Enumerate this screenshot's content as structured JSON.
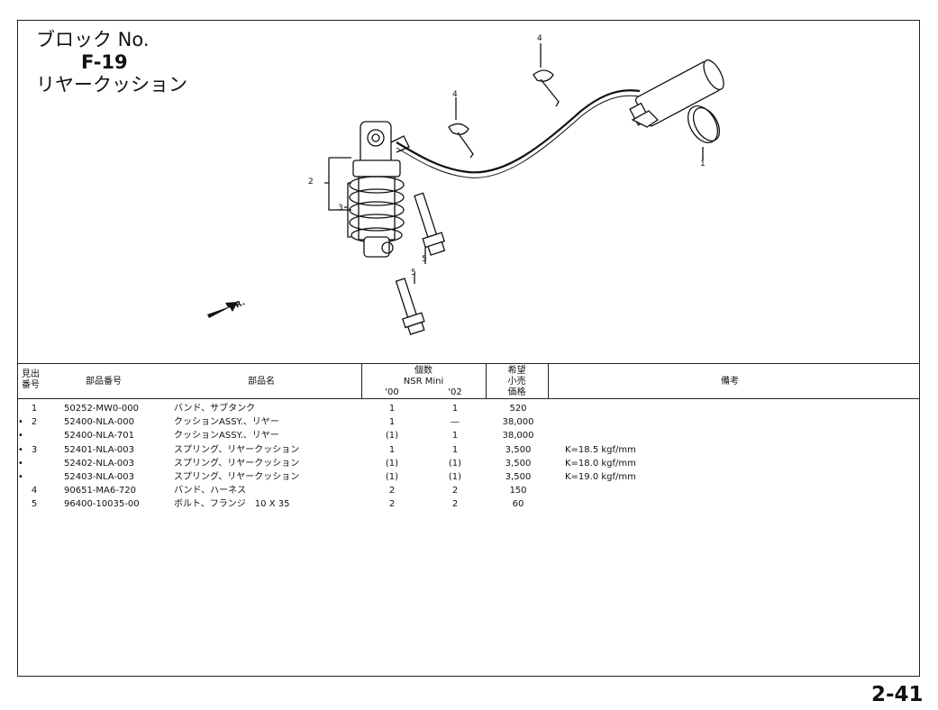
{
  "title": {
    "block_label": "ブロック No.",
    "block_code": "F-19",
    "block_name": "リヤークッション"
  },
  "diagram": {
    "callouts": [
      "1",
      "2",
      "3",
      "4",
      "4",
      "5",
      "5"
    ],
    "fr_label": "FR."
  },
  "table": {
    "headers": {
      "ref_no": "見出\n番号",
      "part_no": "部品番号",
      "part_name": "部品名",
      "qty": "個数",
      "model": "NSR Mini",
      "year_a": "'00",
      "year_b": "'02",
      "price": "希望\n小売\n価格",
      "remarks": "備考"
    },
    "rows": [
      {
        "mark": "",
        "ref": "1",
        "part_no": "50252-MW0-000",
        "name": "バンド、サブタンク",
        "qty_a": "1",
        "qty_b": "1",
        "price": "520",
        "remarks": ""
      },
      {
        "mark": "•",
        "ref": "2",
        "part_no": "52400-NLA-000",
        "name": "クッションASSY.、リヤー",
        "qty_a": "1",
        "qty_b": "—",
        "price": "38,000",
        "remarks": ""
      },
      {
        "mark": "•",
        "ref": "",
        "part_no": "52400-NLA-701",
        "name": "クッションASSY.、リヤー",
        "qty_a": "(1)",
        "qty_b": "1",
        "price": "38,000",
        "remarks": ""
      },
      {
        "mark": "•",
        "ref": "3",
        "part_no": "52401-NLA-003",
        "name": "スプリング、リヤークッション",
        "qty_a": "1",
        "qty_b": "1",
        "price": "3,500",
        "remarks": "K=18.5 kgf/mm"
      },
      {
        "mark": "•",
        "ref": "",
        "part_no": "52402-NLA-003",
        "name": "スプリング、リヤークッション",
        "qty_a": "(1)",
        "qty_b": "(1)",
        "price": "3,500",
        "remarks": "K=18.0 kgf/mm"
      },
      {
        "mark": "•",
        "ref": "",
        "part_no": "52403-NLA-003",
        "name": "スプリング、リヤークッション",
        "qty_a": "(1)",
        "qty_b": "(1)",
        "price": "3,500",
        "remarks": "K=19.0 kgf/mm"
      },
      {
        "mark": "",
        "ref": "4",
        "part_no": "90651-MA6-720",
        "name": "バンド、ハーネス",
        "qty_a": "2",
        "qty_b": "2",
        "price": "150",
        "remarks": ""
      },
      {
        "mark": "",
        "ref": "5",
        "part_no": "96400-10035-00",
        "name": "ボルト、フランジ　10 X 35",
        "qty_a": "2",
        "qty_b": "2",
        "price": "60",
        "remarks": ""
      }
    ]
  },
  "page_number": "2-41"
}
